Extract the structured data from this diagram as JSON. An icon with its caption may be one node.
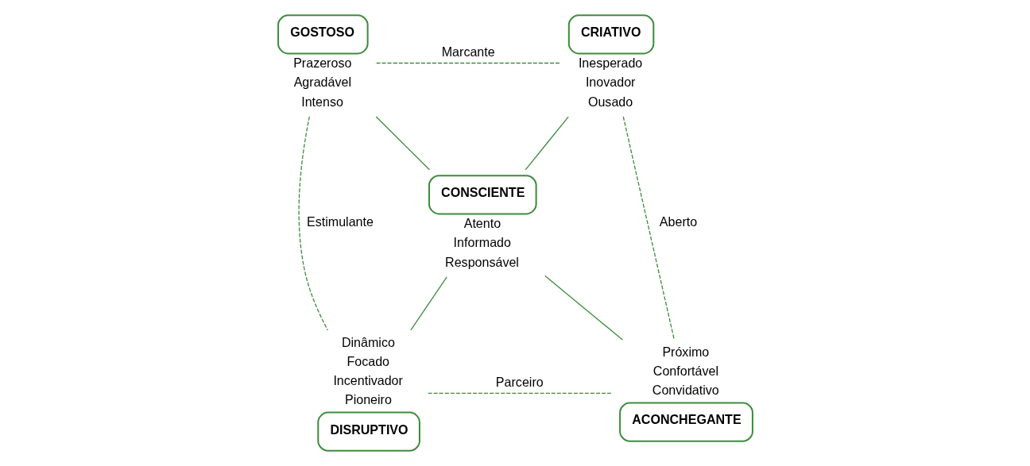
{
  "diagram": {
    "nodes": [
      {
        "text": [
          "GOSTOSO"
        ],
        "beside": [
          "Prazeroso",
          "Agradável",
          "Intenso"
        ]
      },
      {
        "text": [
          "CRIATIVO"
        ],
        "beside": [
          "Inesperado",
          "Inovador",
          "Ousado"
        ]
      },
      {
        "text": [
          "CONSCIENTE"
        ],
        "beside": [
          "Atento",
          "Informado",
          "Responsável"
        ]
      },
      {
        "text": [
          "DISRUPTIVO"
        ],
        "beside": [
          "Dinâmico",
          "Focado",
          "Incentivador",
          "Pioneiro"
        ]
      },
      {
        "text": [
          "ACONCHEGANTE"
        ],
        "beside": [
          "Próximo",
          "Confortável",
          "Convidativo"
        ]
      }
    ],
    "edges": [
      {
        "from": 0,
        "to": 1,
        "arrow": "none",
        "label": "Marcante",
        "style": "dashed"
      },
      {
        "from": 0,
        "to": 2,
        "arrow": "none"
      },
      {
        "from": 1,
        "to": 2,
        "arrow": "none"
      },
      {
        "from": 0,
        "to": 3,
        "arrow": "none",
        "label": "Estimulante",
        "style": "dashed"
      },
      {
        "from": 1,
        "to": 4,
        "arrow": "none",
        "label": "Aberto",
        "style": "dashed"
      },
      {
        "from": 2,
        "to": 3,
        "arrow": "none"
      },
      {
        "from": 2,
        "to": 4,
        "arrow": "none"
      },
      {
        "from": 3,
        "to": 4,
        "arrow": "none",
        "label": "Parceiro",
        "style": "dashed"
      }
    ]
  }
}
